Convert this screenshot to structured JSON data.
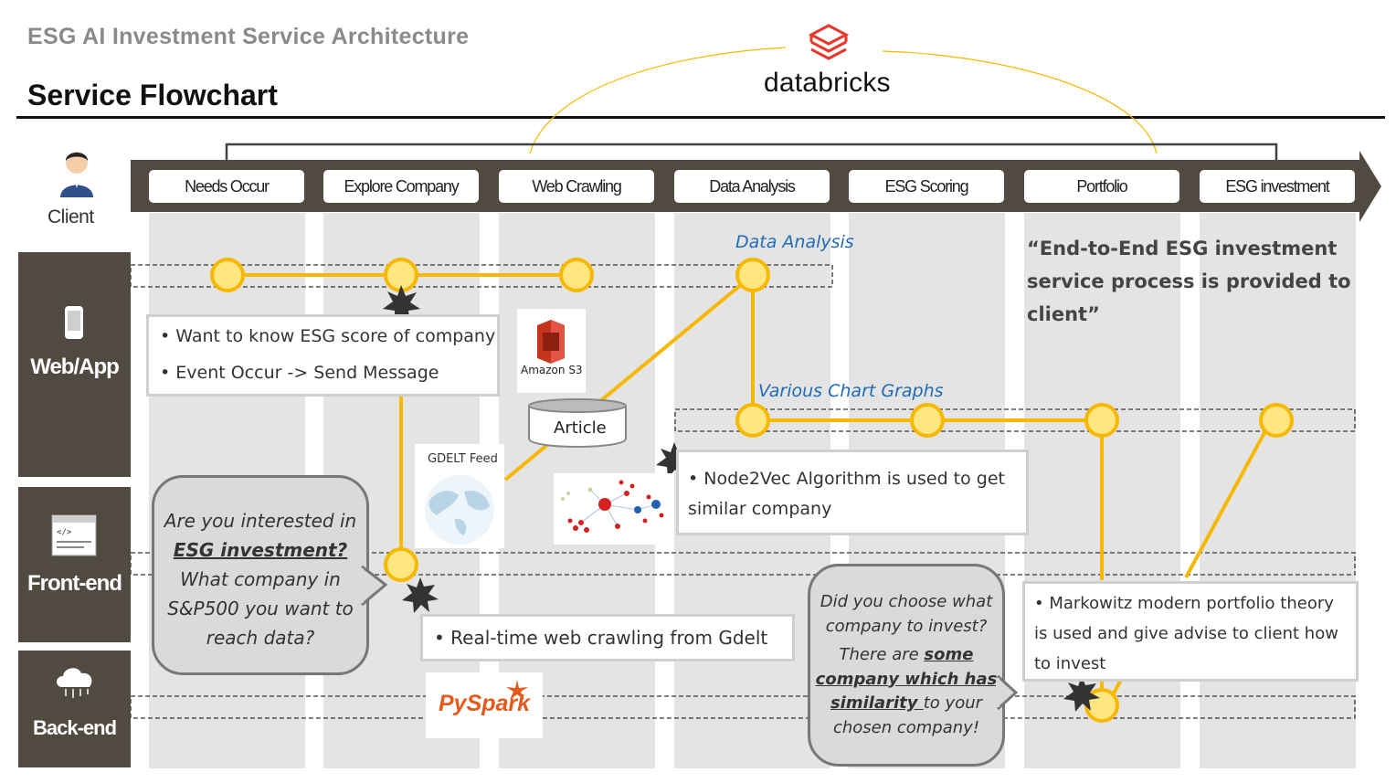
{
  "header": {
    "super_title": "ESG AI Investment Service Architecture",
    "title": "Service Flowchart",
    "brand": "databricks"
  },
  "client_label": "Client",
  "stages": [
    "Needs Occur",
    "Explore Company",
    "Web Crawling",
    "Data Analysis",
    "ESG Scoring",
    "Portfolio",
    "ESG investment"
  ],
  "lanes": {
    "web_app": "Web/App",
    "front_end": "Front-end",
    "back_end": "Back-end"
  },
  "notes": {
    "needs": [
      "Want to know ESG score of company",
      "Event Occur -> Send Message"
    ],
    "crawl": "Real-time web crawling from Gdelt",
    "node2vec": "Node2Vec Algorithm is used to get similar company",
    "markowitz": "Markowitz modern portfolio theory is used and give advise to client how to invest"
  },
  "labels": {
    "data_analysis": "Data Analysis",
    "charts": "Various Chart Graphs",
    "amazon_s3": "Amazon S3",
    "article": "Article",
    "gdelt_feed": "GDELT Feed",
    "pyspark": "PySpark"
  },
  "bubbles": {
    "left": {
      "line1": "Are you interested in",
      "line2": "ESG investment?",
      "line3": "What company in",
      "line4": "S&P500 you want to",
      "line5": "reach data?"
    },
    "right": {
      "line1": "Did you choose what",
      "line2": "company to invest?",
      "line3_plain": "There are ",
      "line3_u": "some",
      "line4_u": "company which  has",
      "line5_u": "similarity ",
      "line5_plain": "to your",
      "line6": "chosen company!"
    }
  },
  "quote": {
    "line1": "“End-to-End ESG investment",
    "line2": "service process is provided to client”"
  },
  "colors": {
    "lane_fill": "#514a41",
    "node_fill": "#ffe680",
    "node_stroke": "#f6b800",
    "link": "#f6b800",
    "blue_text": "#1f6bb5",
    "column_fill": "#e4e4e4"
  }
}
